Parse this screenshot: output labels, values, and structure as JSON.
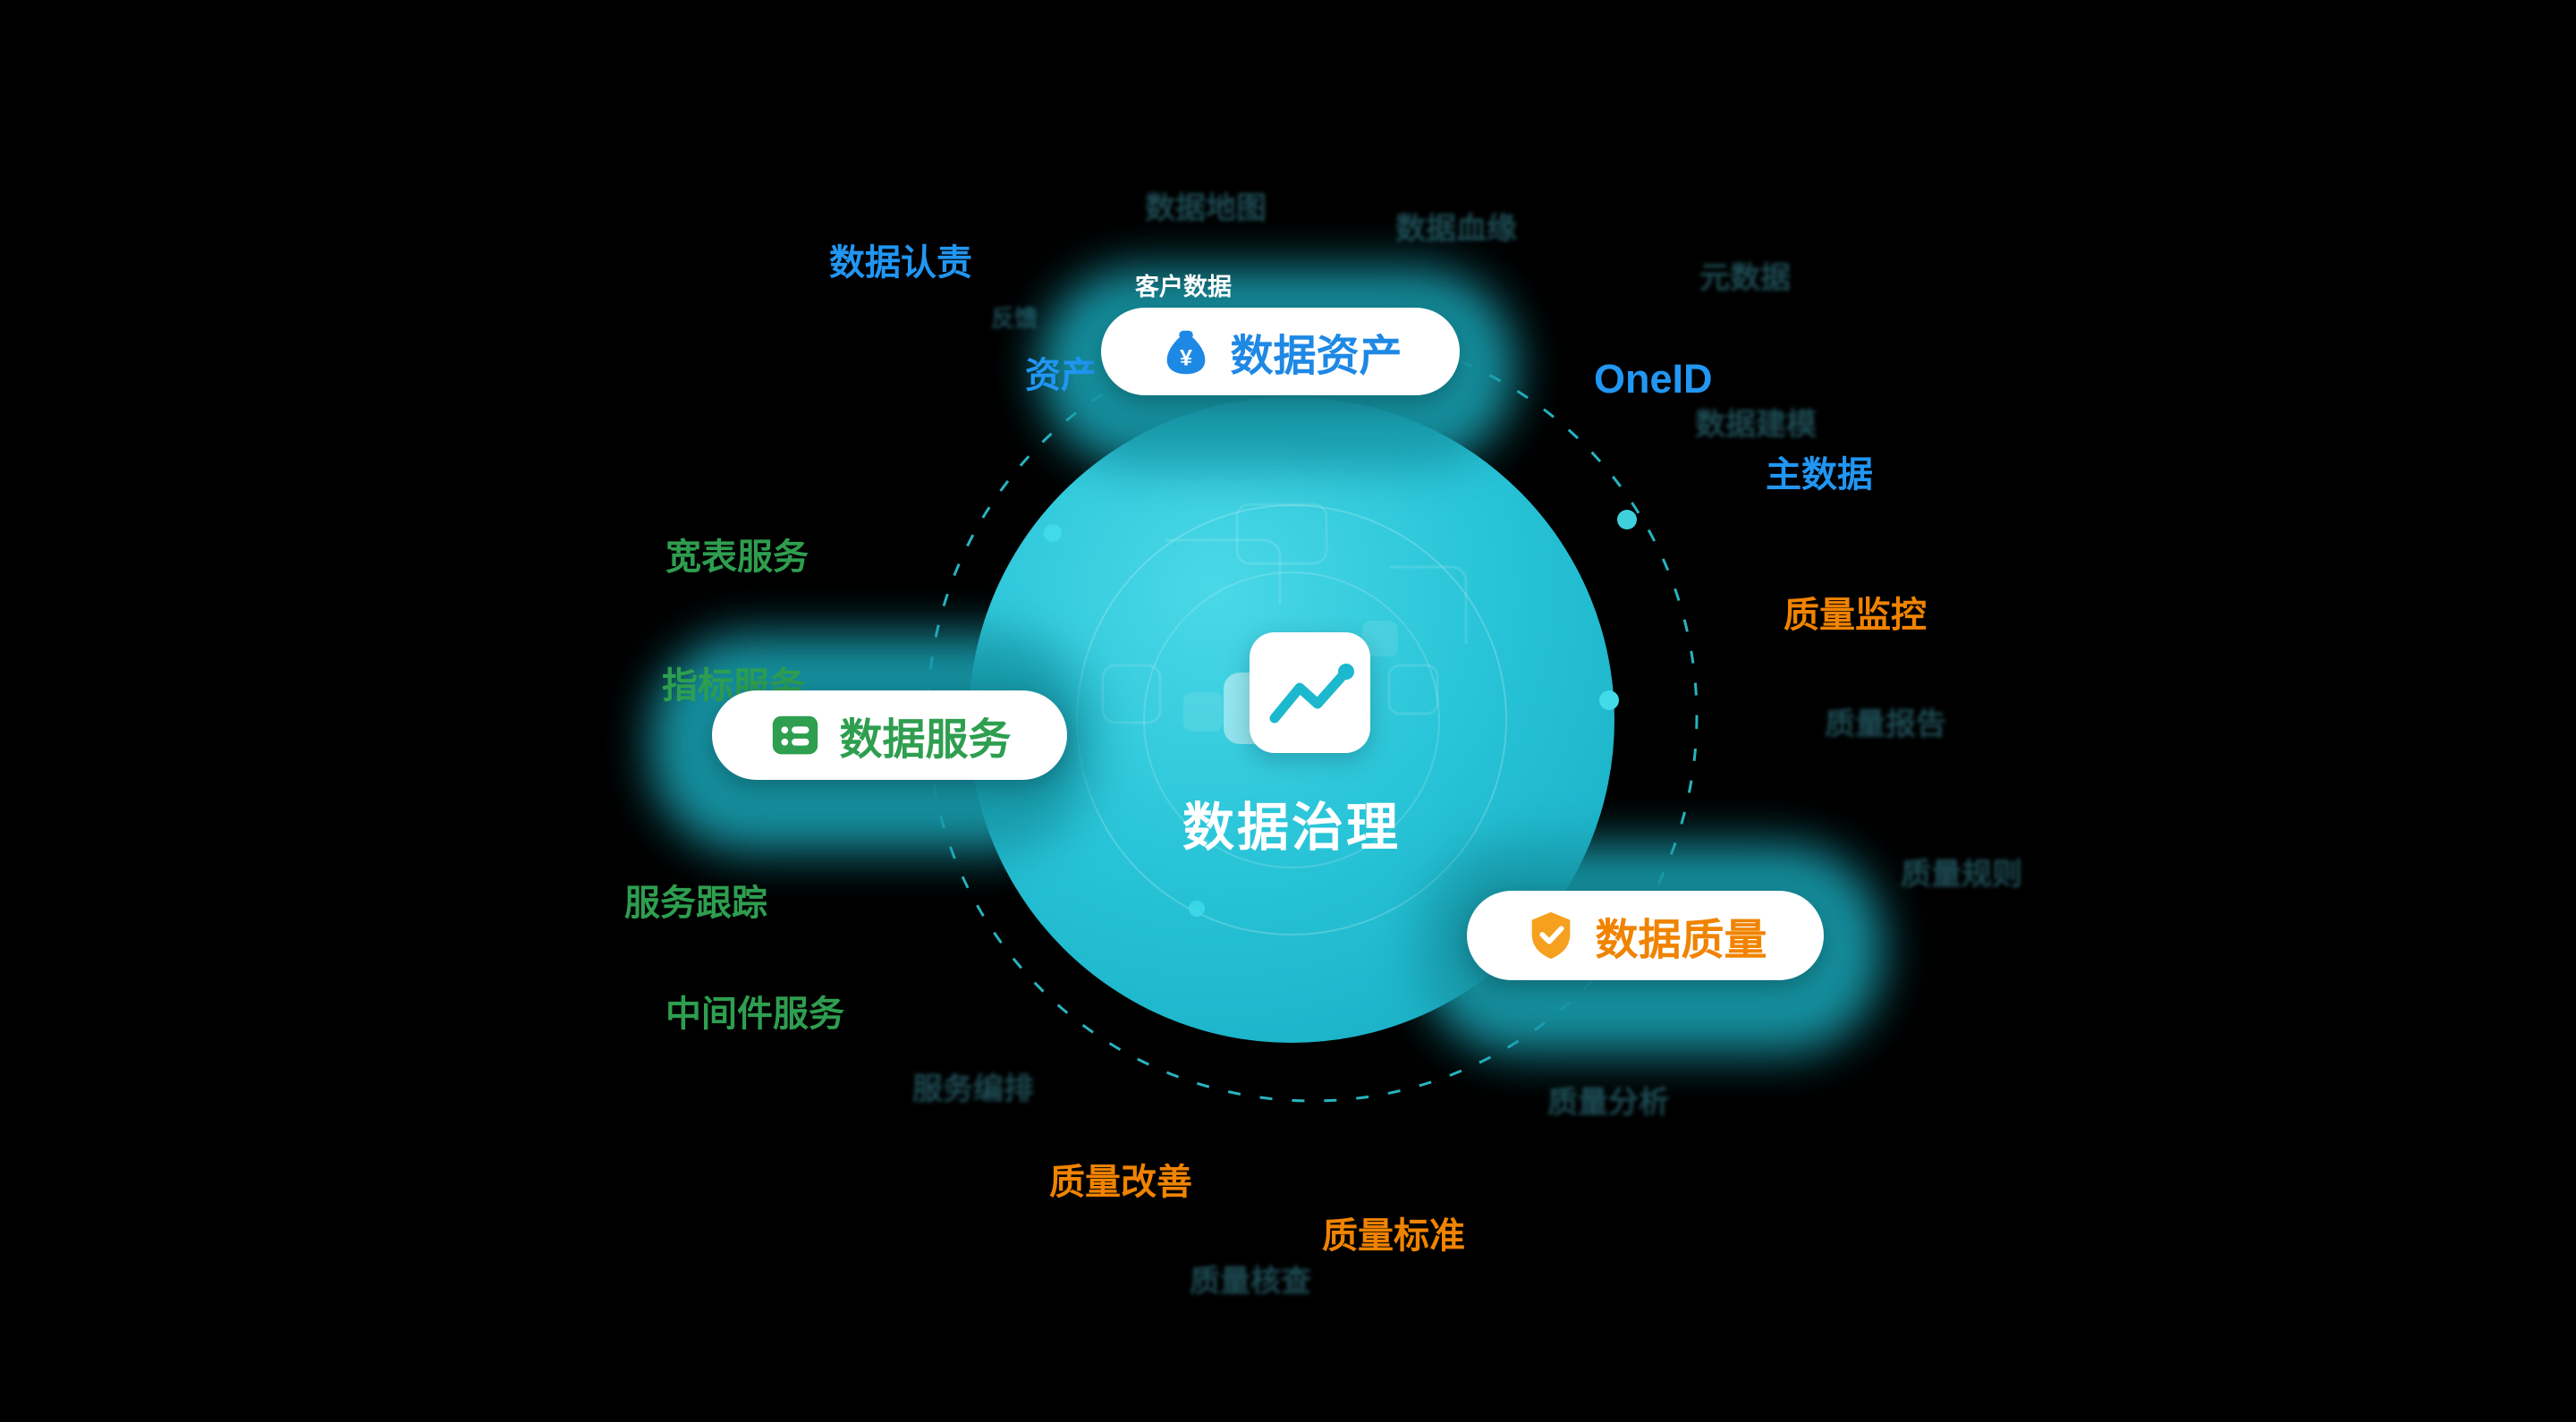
{
  "diagram": {
    "title": "数据治理",
    "colors": {
      "background": "#000000",
      "circle_teal": "#29C4D8",
      "glow_teal": "#1798A8",
      "blue": "#2196F3",
      "green": "#2E9E4F",
      "orange": "#F08300",
      "pill_background": "#FFFFFF"
    }
  },
  "pills": {
    "asset": {
      "label": "数据资产",
      "color": "#1E88E5",
      "icon": "money-bag-icon"
    },
    "service": {
      "label": "数据服务",
      "color": "#2E9E4F",
      "icon": "database-icon"
    },
    "quality": {
      "label": "数据质量",
      "color": "#F08300",
      "icon": "shield-check-icon"
    }
  },
  "satellites": {
    "renze": {
      "text": "数据认责",
      "color": "#2196F3"
    },
    "kehu": {
      "text": "客户数据",
      "color": "#FFFFFF"
    },
    "zichan": {
      "text": "资产",
      "color": "#2196F3"
    },
    "oneid": {
      "text": "OneID",
      "color": "#2196F3"
    },
    "zhushuju": {
      "text": "主数据",
      "color": "#2196F3"
    },
    "jiankong": {
      "text": "质量监控",
      "color": "#F08300"
    },
    "kuanbiao": {
      "text": "宽表服务",
      "color": "#2E9E4F"
    },
    "zhibiao": {
      "text": "指标服务",
      "color": "#2E9E4F"
    },
    "genzong": {
      "text": "服务跟踪",
      "color": "#2E9E4F"
    },
    "zhongjianjian": {
      "text": "中间件服务",
      "color": "#2E9E4F"
    },
    "gaishan": {
      "text": "质量改善",
      "color": "#F08300"
    },
    "biaozhun": {
      "text": "质量标准",
      "color": "#F08300"
    }
  },
  "faint_labels": {
    "f0": "数据地图",
    "f1": "数据血缘",
    "f2": "元数据",
    "f3": "数据建模",
    "f4": "质量报告",
    "f5": "质量规则",
    "f6": "质量分析",
    "f7": "服务编排",
    "f8": "质量核查",
    "f9": "反馈"
  }
}
